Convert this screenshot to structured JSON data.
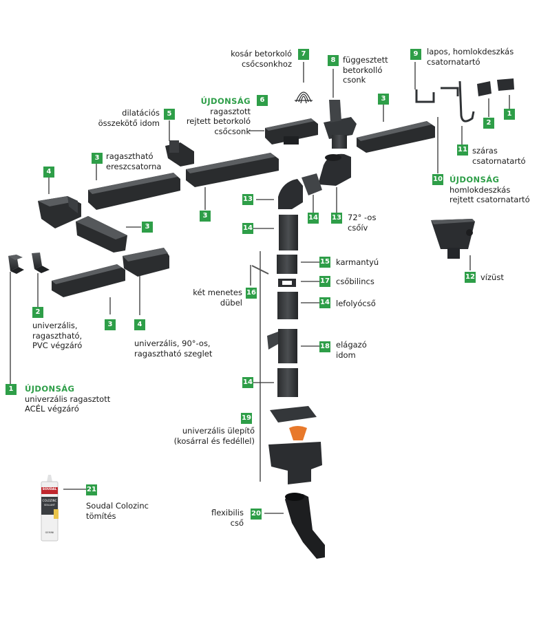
{
  "colors": {
    "accent": "#2e9e48",
    "part": "#2d2f31",
    "part_light": "#4a4c4f",
    "text": "#1a1a1a"
  },
  "new_tag": "ÚJDONSÁG",
  "parts": {
    "p1": {
      "num": "1",
      "lines": [
        "univerzális ragasztott",
        "ACÉL végzáró"
      ],
      "is_new": true
    },
    "p2": {
      "num": "2",
      "lines": [
        "univerzális,",
        "ragasztható,",
        "PVC végzáró"
      ]
    },
    "p3": {
      "num": "3",
      "lines": [
        "ragasztható",
        "ereszcsatorna"
      ]
    },
    "p4": {
      "num": "4",
      "lines": [
        "univerzális, 90°-os,",
        "ragasztható szeglet"
      ]
    },
    "p5": {
      "num": "5",
      "lines": [
        "dilatációs",
        "összekötő idom"
      ]
    },
    "p6": {
      "num": "6",
      "lines": [
        "ragasztott",
        "rejtett betorkoló",
        "csőcsonk"
      ],
      "is_new": true
    },
    "p7": {
      "num": "7",
      "lines": [
        "kosár betorkoló",
        "csőcsonkhoz"
      ]
    },
    "p8": {
      "num": "8",
      "lines": [
        "függesztett",
        "betorkolló",
        "csonk"
      ]
    },
    "p9": {
      "num": "9",
      "lines": [
        "lapos, homlokdeszkás",
        "csatornatartó"
      ]
    },
    "p10": {
      "num": "10",
      "lines": [
        "homlokdeszkás",
        "rejtett csatornatartó"
      ],
      "is_new": true
    },
    "p11": {
      "num": "11",
      "lines": [
        "száras",
        "csatornatartó"
      ]
    },
    "p12": {
      "num": "12",
      "lines": [
        "vízüst"
      ]
    },
    "p13": {
      "num": "13",
      "lines": [
        "72° -os",
        "csőív"
      ]
    },
    "p14": {
      "num": "14",
      "lines": [
        "lefolyócső"
      ]
    },
    "p15": {
      "num": "15",
      "lines": [
        "karmantyú"
      ]
    },
    "p16": {
      "num": "16",
      "lines": [
        "két menetes",
        "dübel"
      ]
    },
    "p17": {
      "num": "17",
      "lines": [
        "csőbilincs"
      ]
    },
    "p18": {
      "num": "18",
      "lines": [
        "elágazó",
        "idom"
      ]
    },
    "p19": {
      "num": "19",
      "lines": [
        "univerzális ülepítő",
        "(kosárral és fedéllel)"
      ]
    },
    "p20": {
      "num": "20",
      "lines": [
        "flexibilis",
        "cső"
      ]
    },
    "p21": {
      "num": "21",
      "lines": [
        "Soudal Colozinc",
        "tömítés"
      ]
    }
  },
  "product_tube": {
    "brand": "SOUDAL",
    "name": "COLOZINC",
    "sub": "SEALANT",
    "badge": "GEMINI"
  }
}
